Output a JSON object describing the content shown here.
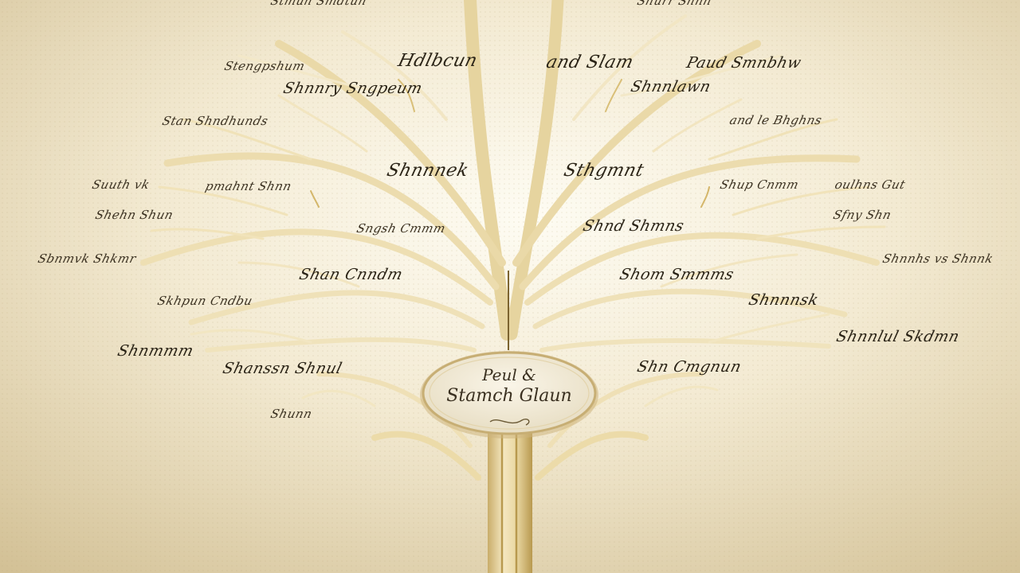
{
  "colors": {
    "background_center": "#fdfaf0",
    "background_edge": "#d7c69f",
    "branch_light": "#f4e9c4",
    "branch_mid": "#e2cf98",
    "branch_dark": "#b99c55",
    "ink": "#2a2316",
    "plaque_fill": "#f1ead8",
    "plaque_border": "#c7ae74"
  },
  "plaque": {
    "line1": "Peul &",
    "line2": "Stamch Glaun"
  },
  "names": [
    "Stmuh Smdtun",
    "Shurr Shnn",
    "Stengpshum",
    "Hdlbcun",
    "and Slam",
    "Paud Smnbhw",
    "Shnnry Sngpeum",
    "Shnnlawn",
    "Stan Shndhunds",
    "and le Bhghns",
    "Shnnnek",
    "Sthgmnt",
    "Suuth vk",
    "pmahnt Shnn",
    "Shup Cnmm",
    "oulhns Gut",
    "Shehn Shun",
    "Sngsh Cmmm",
    "Shnd Shmns",
    "Sfny Shn",
    "Sbnmvk Shkmr",
    "Shan Cnndm",
    "Shom Smmms",
    "Shnnhs vs Shnnk",
    "Skhpun Cndbu",
    "Shnnnsk",
    "Shnmmm",
    "Shnnlul Skdmn",
    "Shanssn Shnul",
    "Shn Cmgnun",
    "Shunn"
  ]
}
